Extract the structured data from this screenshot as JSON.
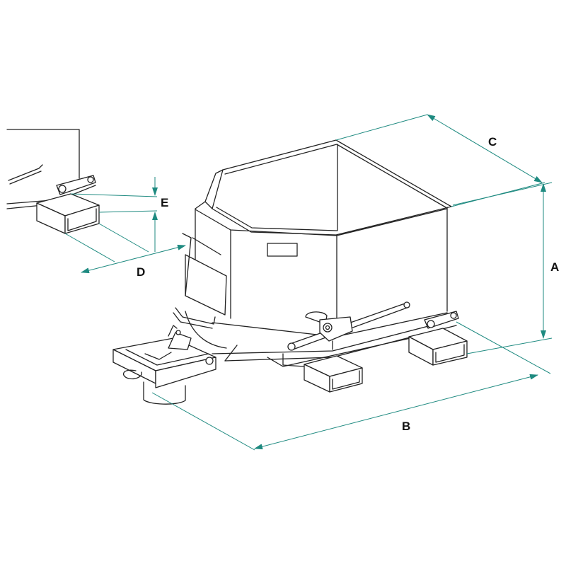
{
  "dimensions": {
    "a": "A",
    "b": "B",
    "c": "C",
    "d": "D",
    "e": "E"
  },
  "colors": {
    "dimension_line": "#1e8a80",
    "outline": "#222222"
  }
}
